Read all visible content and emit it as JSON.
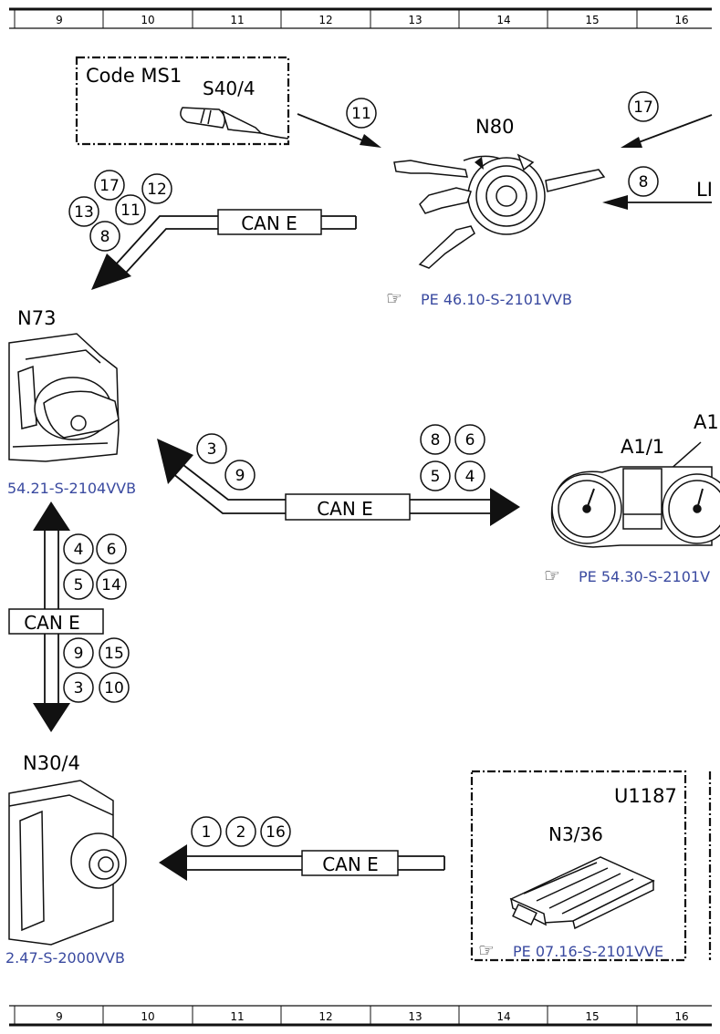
{
  "ruler": {
    "columns": [
      "9",
      "10",
      "11",
      "12",
      "13",
      "14",
      "15",
      "16"
    ]
  },
  "components": {
    "n80": {
      "label": "N80",
      "ref": "PE 46.10-S-2101VVB"
    },
    "n73": {
      "label": "N73",
      "ref": "54.21-S-2104VVB"
    },
    "a1": {
      "label": "A1/1",
      "label2": "A1",
      "ref": "PE 54.30-S-2101V"
    },
    "n30": {
      "label": "N30/4",
      "ref": "2.47-S-2000VVB"
    },
    "u1187": {
      "label": "U1187",
      "sub_label": "N3/36",
      "ref": "PE 07.16-S-2101VVE"
    },
    "ms1": {
      "code_label": "Code MS1",
      "label": "S40/4"
    },
    "lin_label": "LI"
  },
  "bus_label": "CAN E",
  "badges": {
    "ms1_to_n80": [
      "11"
    ],
    "right_to_n80": [
      "17",
      "8"
    ],
    "n80_to_n73": [
      "17",
      "12",
      "13",
      "11",
      "8"
    ],
    "n73_side": [
      "3",
      "9"
    ],
    "to_a1": [
      "8",
      "6",
      "5",
      "4"
    ],
    "up_n73": [
      "4",
      "6",
      "5",
      "14"
    ],
    "down_n30": [
      "9",
      "15",
      "3",
      "10"
    ],
    "to_n30": [
      "1",
      "2",
      "16"
    ]
  },
  "colors": {
    "link": "#3a4aa0",
    "line": "#111111"
  }
}
